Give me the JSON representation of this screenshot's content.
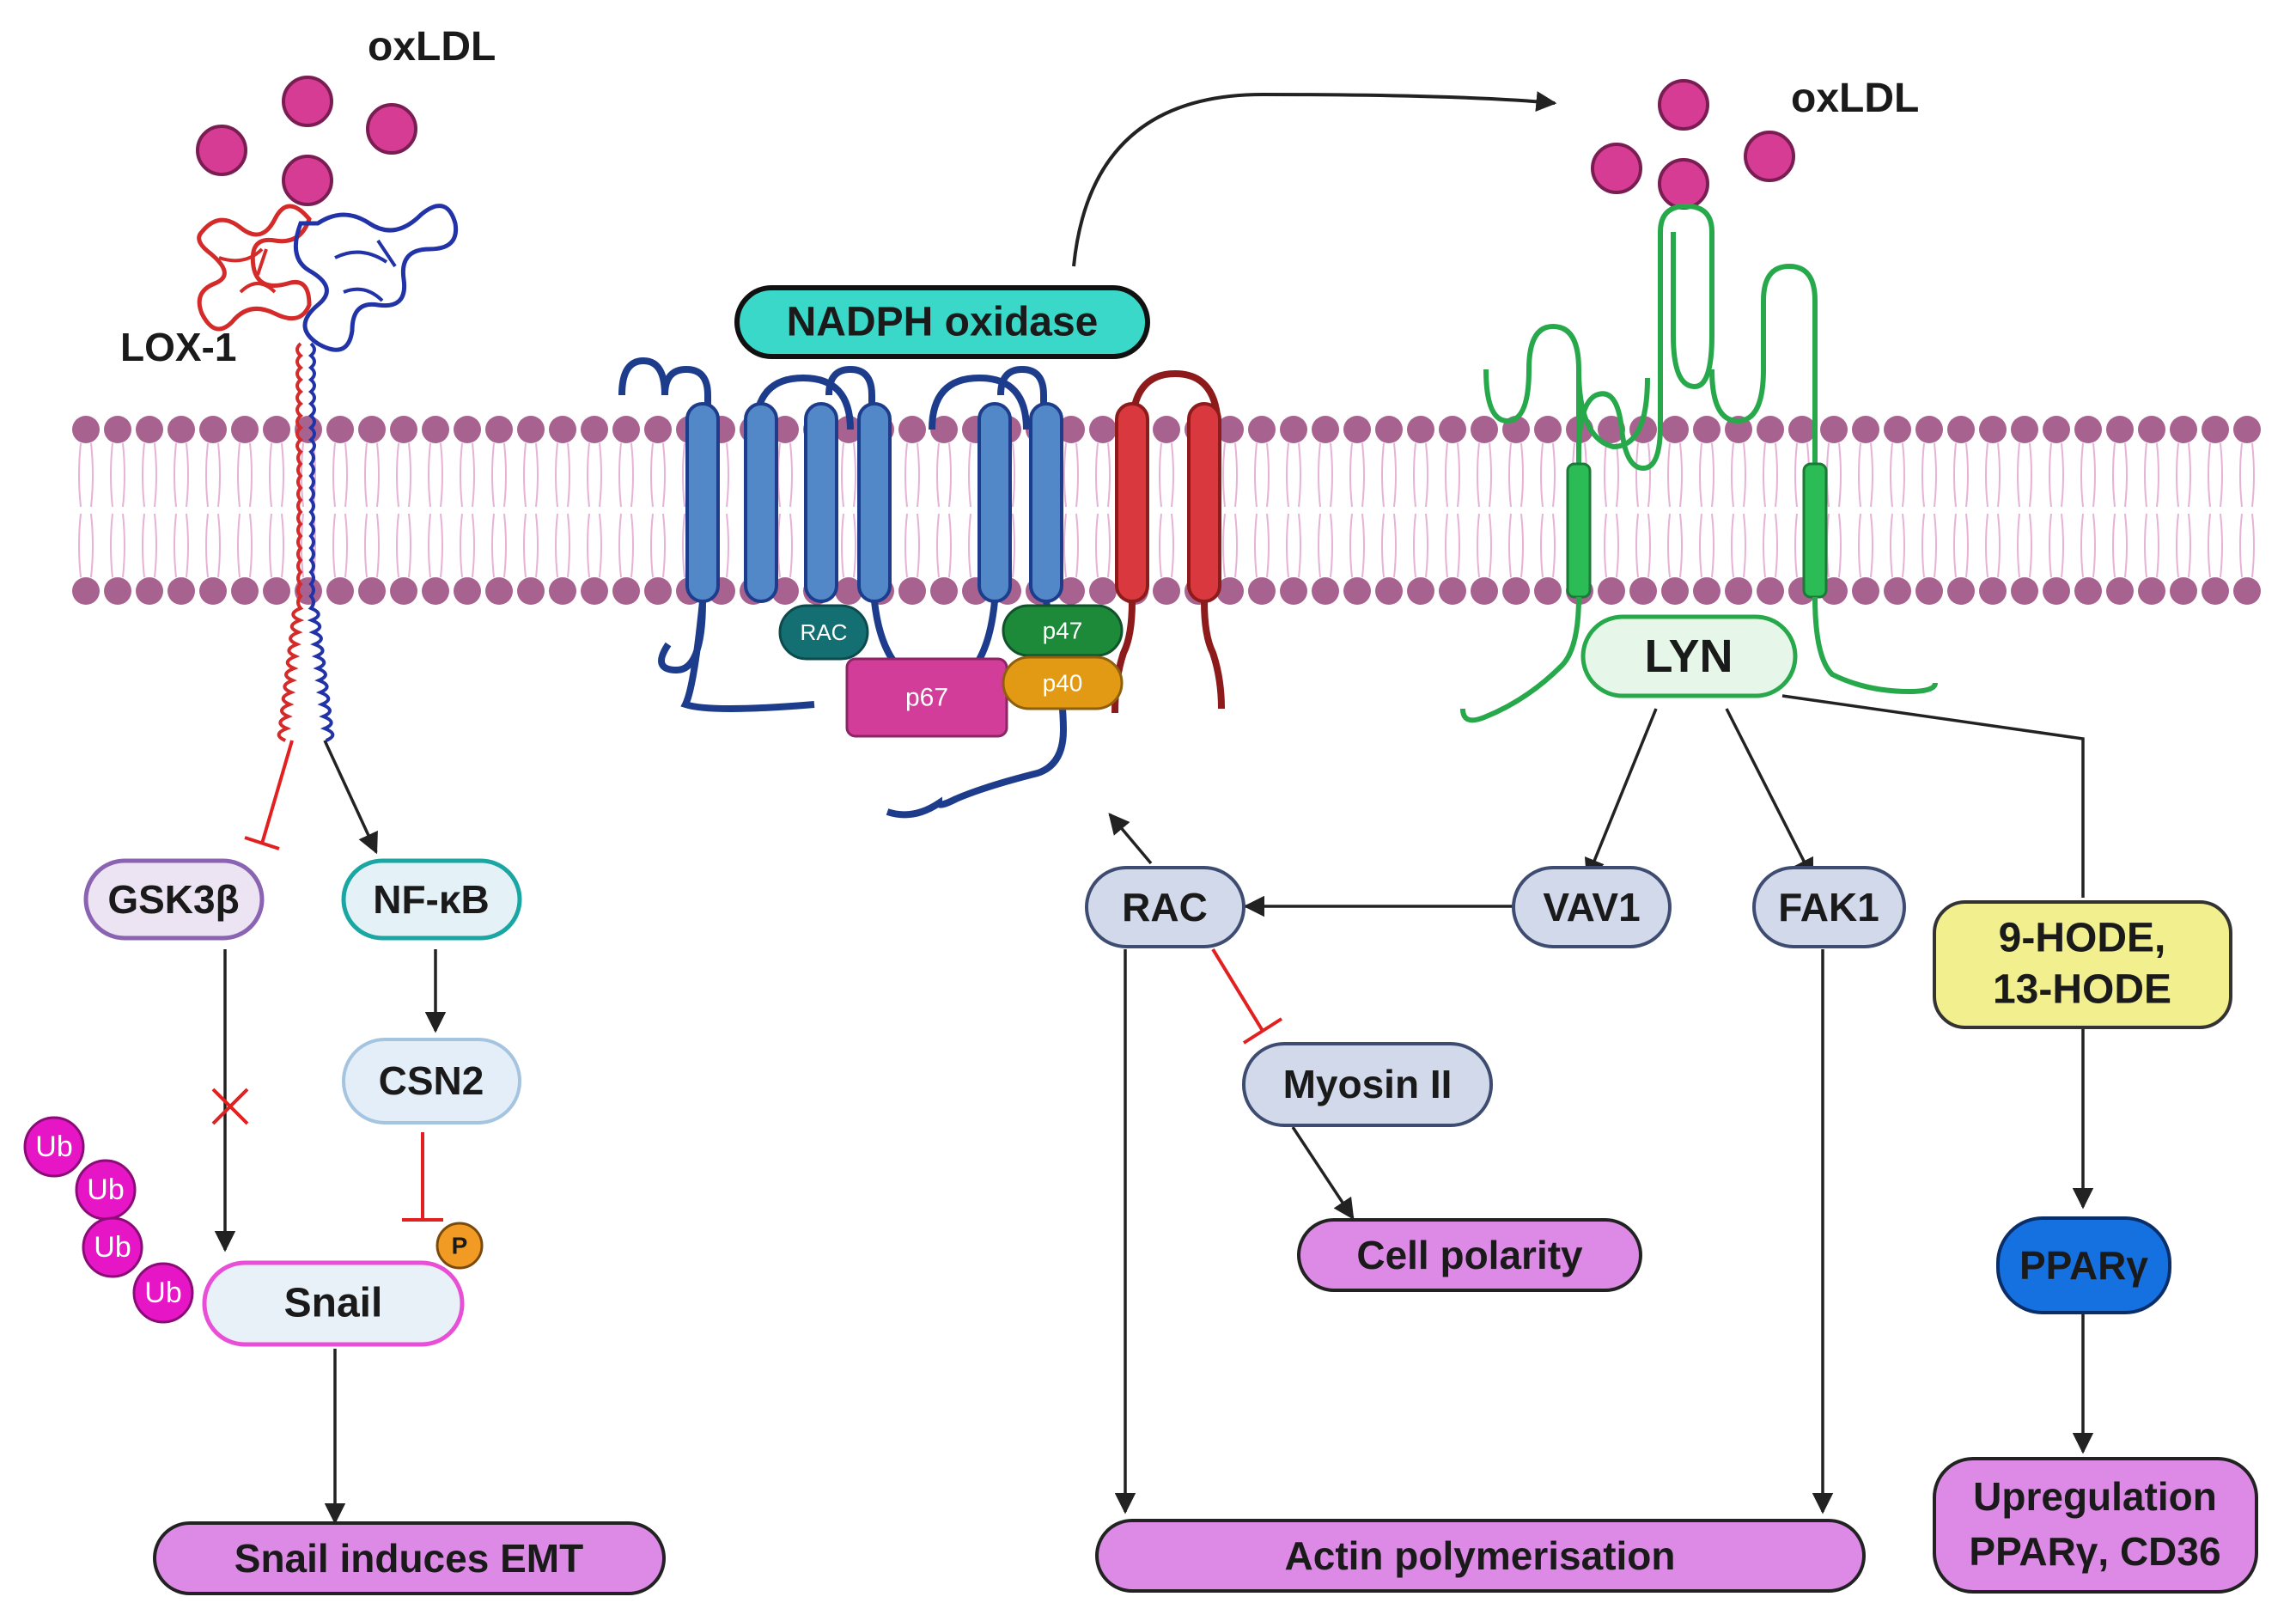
{
  "labels": {
    "oxldl_left": "oxLDL",
    "oxldl_right": "oxLDL",
    "lox1": "LOX-1",
    "nadph_oxidase": "NADPH oxidase",
    "lyn": "LYN"
  },
  "subunits": {
    "rac": "RAC",
    "p47": "p47",
    "p67": "p67",
    "p40": "p40"
  },
  "nodes": {
    "gsk3b": "GSK3β",
    "nfkb": "NF-κB",
    "csn2": "CSN2",
    "snail": "Snail",
    "phospho": "P",
    "ub": "Ub",
    "rac": "RAC",
    "vav1": "VAV1",
    "fak1": "FAK1",
    "hode_line1": "9-HODE,",
    "hode_line2": "13-HODE",
    "myosin": "Myosin II",
    "cell_polarity": "Cell polarity",
    "ppar": "PPARγ"
  },
  "outcomes": {
    "emt": "Snail induces EMT",
    "actin": "Actin polymerisation",
    "upreg_line1": "Upregulation",
    "upreg_line2": "PPARγ, CD36"
  },
  "colors": {
    "membrane": "#a8628f",
    "oxldl": "#d63c93",
    "nadph_blue": "#5288c8",
    "nadph_red": "#d9383e",
    "lyn_green": "#27a94b",
    "node_fill": "#d2d9ea",
    "outcome_fill": "#dc8ae6",
    "hode_fill": "#f2f08e",
    "ppar_fill": "#1671e0",
    "inhibit": "#e32020",
    "ub": "#e616c6"
  }
}
